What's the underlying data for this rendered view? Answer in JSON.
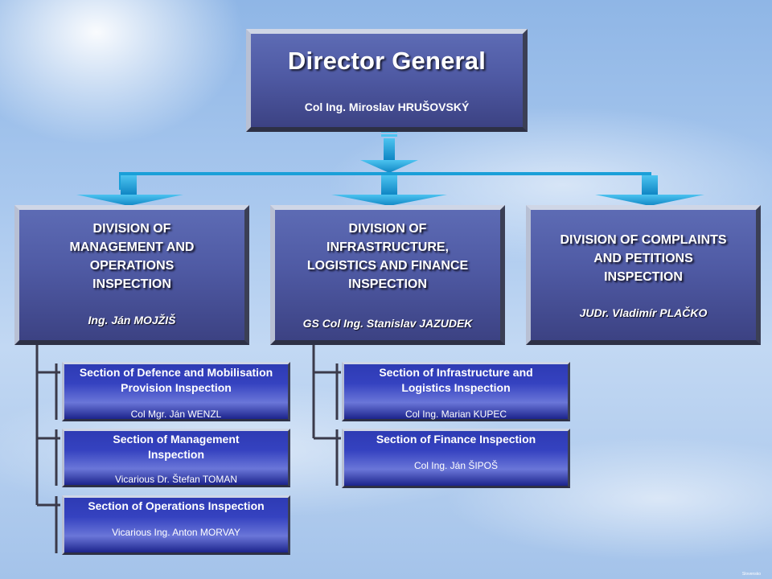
{
  "director": {
    "title": "Director General",
    "name": "Col Ing. Miroslav HRUŠOVSKÝ"
  },
  "divisions": [
    {
      "title_lines": [
        "DIVISION OF",
        "MANAGEMENT AND",
        "OPERATIONS",
        "INSPECTION"
      ],
      "name": "Ing. Ján MOJŽIŠ"
    },
    {
      "title_lines": [
        "DIVISION OF",
        "INFRASTRUCTURE,",
        "LOGISTICS AND FINANCE",
        "INSPECTION"
      ],
      "name": "GS Col Ing. Stanislav JAZUDEK"
    },
    {
      "title_lines": [
        "DIVISION OF COMPLAINTS",
        "AND PETITIONS",
        "INSPECTION"
      ],
      "name": "JUDr. Vladimír  PLAČKO"
    }
  ],
  "sections": [
    {
      "title_lines": [
        "Section of Defence and Mobilisation",
        "Provision Inspection"
      ],
      "name": "Col Mgr. Ján WENZL"
    },
    {
      "title_lines": [
        "Section of Management",
        "Inspection"
      ],
      "name": "Vicarious Dr. Štefan TOMAN"
    },
    {
      "title_lines": [
        "Section of Operations Inspection"
      ],
      "name": "Vicarious Ing. Anton MORVAY"
    },
    {
      "title_lines": [
        "Section of Infrastructure and",
        "Logistics Inspection"
      ],
      "name": "Col Ing. Marian KUPEC"
    },
    {
      "title_lines": [
        "Section of Finance Inspection"
      ],
      "name": "Col Ing. Ján ŠIPOŠ"
    }
  ],
  "colors": {
    "arrow": "#1a9fd8",
    "connector": "#3a3a4a"
  },
  "footer_mark": "Slovensko"
}
